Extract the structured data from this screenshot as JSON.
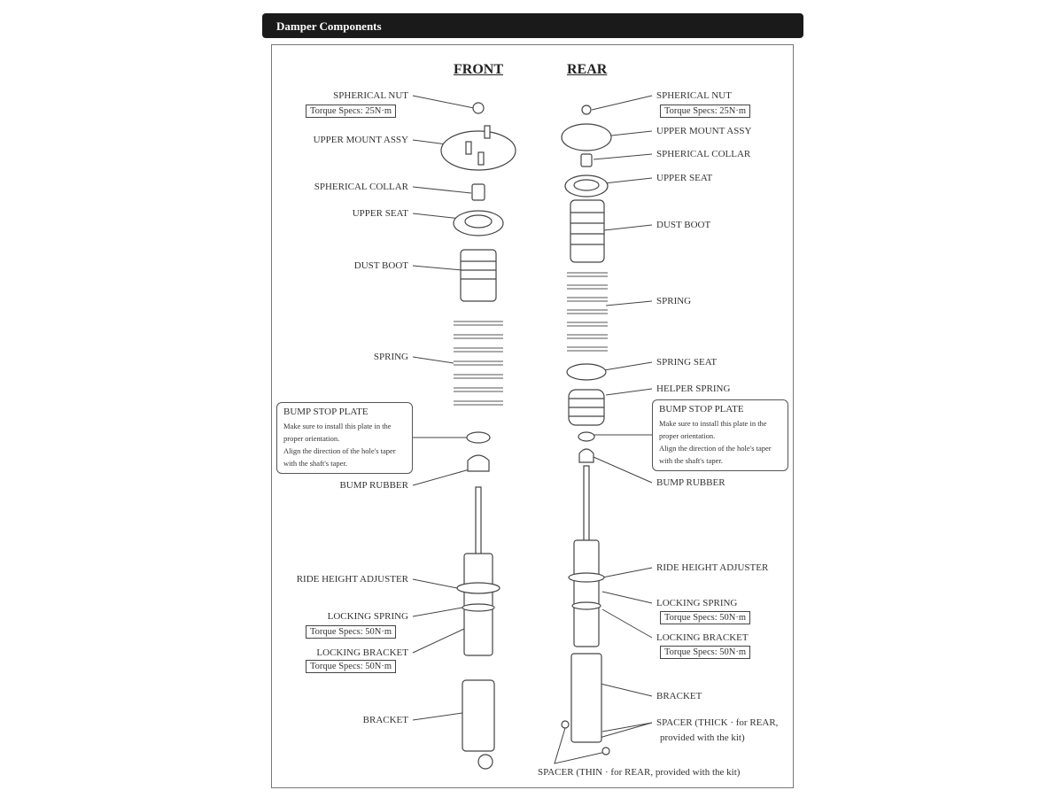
{
  "header": {
    "title": "Damper Components"
  },
  "front": {
    "heading": "FRONT",
    "spherical_nut": "SPHERICAL NUT",
    "torque_25": "Torque Specs: 25N·m",
    "upper_mount": "UPPER MOUNT ASSY",
    "spherical_collar": "SPHERICAL COLLAR",
    "upper_seat": "UPPER SEAT",
    "dust_boot": "DUST BOOT",
    "spring": "SPRING",
    "bump_stop_title": "BUMP STOP PLATE",
    "bump_stop_note1": "Make sure to install this plate in the proper orientation.",
    "bump_stop_note2": "Align the direction of the hole's taper with the shaft's taper.",
    "bump_rubber": "BUMP RUBBER",
    "ride_height": "RIDE HEIGHT ADJUSTER",
    "locking_spring": "LOCKING SPRING",
    "torque_locking_spring": "Torque Specs: 50N·m",
    "locking_bracket": "LOCKING BRACKET",
    "torque_locking_bracket": "Torque Specs: 50N·m",
    "bracket": "BRACKET"
  },
  "rear": {
    "heading": "REAR",
    "spherical_nut": "SPHERICAL NUT",
    "torque_25": "Torque Specs: 25N·m",
    "upper_mount": "UPPER MOUNT ASSY",
    "spherical_collar": "SPHERICAL COLLAR",
    "upper_seat": "UPPER SEAT",
    "dust_boot": "DUST BOOT",
    "spring": "SPRING",
    "spring_seat": "SPRING SEAT",
    "helper_spring": "HELPER SPRING",
    "bump_stop_title": "BUMP STOP PLATE",
    "bump_stop_note1": "Make sure to install this plate in the proper orientation.",
    "bump_stop_note2": "Align the direction of the hole's taper with the shaft's taper.",
    "bump_rubber": "BUMP RUBBER",
    "ride_height": "RIDE HEIGHT ADJUSTER",
    "locking_spring": "LOCKING SPRING",
    "torque_locking_spring": "Torque Specs: 50N·m",
    "locking_bracket": "LOCKING BRACKET",
    "torque_locking_bracket": "Torque Specs: 50N·m",
    "bracket": "BRACKET",
    "spacer_thick_1": "SPACER (THICK · for REAR,",
    "spacer_thick_2": "provided with the kit)",
    "spacer_thin": "SPACER (THIN · for REAR, provided with the kit)"
  }
}
